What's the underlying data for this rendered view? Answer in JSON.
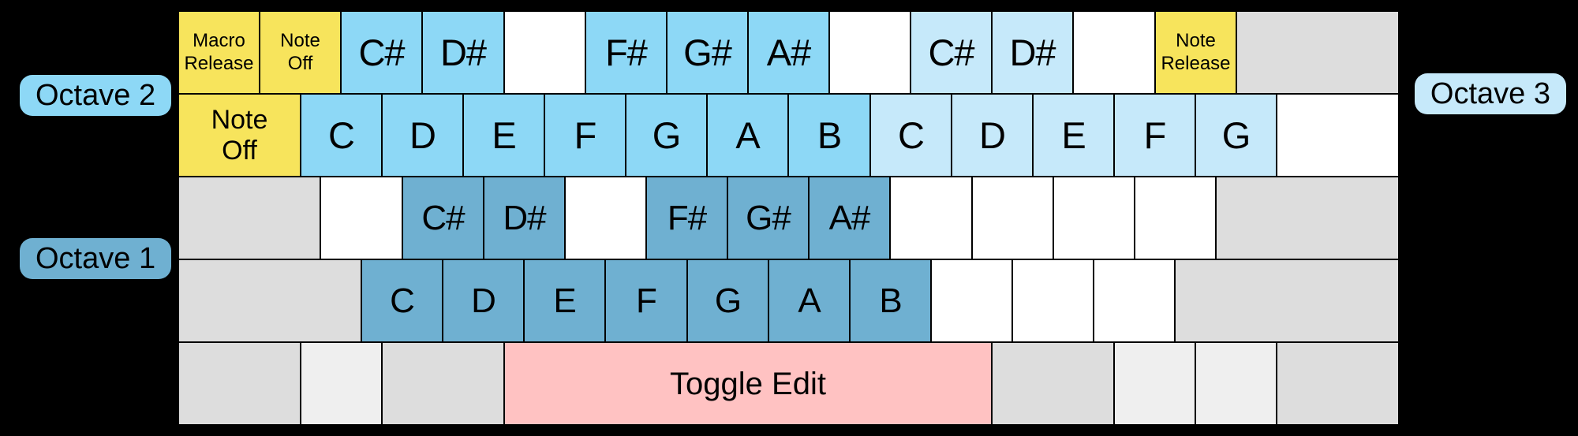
{
  "badges": {
    "octave2": "Octave 2",
    "octave1": "Octave 1",
    "octave3": "Octave 3"
  },
  "colors": {
    "background": "#000000",
    "macro_key": "#F7E45C",
    "octave2_key": "#8DD8F6",
    "octave3_key": "#C6E9FA",
    "octave1_key": "#6FB0D1",
    "blank_key": "#FFFFFF",
    "modifier_key": "#DDDDDD",
    "modifier_key_light": "#EFEFEF",
    "space_key": "#FFC2C2",
    "text": "#000000"
  },
  "keyboard": {
    "rows": [
      {
        "keys": [
          {
            "name": "key-macro-release",
            "label": "Macro\nRelease",
            "w": 1,
            "color": "macro_key",
            "size": "sm"
          },
          {
            "name": "key-note-off-row1",
            "label": "Note\nOff",
            "w": 1,
            "color": "macro_key",
            "size": "sm"
          },
          {
            "name": "key-csharp-octave2",
            "label": "C#",
            "w": 1,
            "color": "octave2_key",
            "size": "note"
          },
          {
            "name": "key-dsharp-octave2",
            "label": "D#",
            "w": 1,
            "color": "octave2_key",
            "size": "note"
          },
          {
            "name": "key-blank",
            "label": "",
            "w": 1,
            "color": "blank_key"
          },
          {
            "name": "key-fsharp-octave2",
            "label": "F#",
            "w": 1,
            "color": "octave2_key",
            "size": "note"
          },
          {
            "name": "key-gsharp-octave2",
            "label": "G#",
            "w": 1,
            "color": "octave2_key",
            "size": "note"
          },
          {
            "name": "key-asharp-octave2",
            "label": "A#",
            "w": 1,
            "color": "octave2_key",
            "size": "note"
          },
          {
            "name": "key-blank",
            "label": "",
            "w": 1,
            "color": "blank_key"
          },
          {
            "name": "key-csharp-octave3",
            "label": "C#",
            "w": 1,
            "color": "octave3_key",
            "size": "note"
          },
          {
            "name": "key-dsharp-octave3",
            "label": "D#",
            "w": 1,
            "color": "octave3_key",
            "size": "note"
          },
          {
            "name": "key-blank",
            "label": "",
            "w": 1,
            "color": "blank_key"
          },
          {
            "name": "key-note-release",
            "label": "Note\nRelease",
            "w": 1,
            "color": "macro_key",
            "size": "sm"
          },
          {
            "name": "key-modifier",
            "label": "",
            "w": 2,
            "color": "modifier_key"
          }
        ]
      },
      {
        "keys": [
          {
            "name": "key-note-off-row2",
            "label": "Note\nOff",
            "w": 1.5,
            "color": "macro_key",
            "size": "md"
          },
          {
            "name": "key-c-octave2",
            "label": "C",
            "w": 1,
            "color": "octave2_key",
            "size": "note"
          },
          {
            "name": "key-d-octave2",
            "label": "D",
            "w": 1,
            "color": "octave2_key",
            "size": "note"
          },
          {
            "name": "key-e-octave2",
            "label": "E",
            "w": 1,
            "color": "octave2_key",
            "size": "note"
          },
          {
            "name": "key-f-octave2",
            "label": "F",
            "w": 1,
            "color": "octave2_key",
            "size": "note"
          },
          {
            "name": "key-g-octave2",
            "label": "G",
            "w": 1,
            "color": "octave2_key",
            "size": "note"
          },
          {
            "name": "key-a-octave2",
            "label": "A",
            "w": 1,
            "color": "octave2_key",
            "size": "note"
          },
          {
            "name": "key-b-octave2",
            "label": "B",
            "w": 1,
            "color": "octave2_key",
            "size": "note"
          },
          {
            "name": "key-c-octave3",
            "label": "C",
            "w": 1,
            "color": "octave3_key",
            "size": "note"
          },
          {
            "name": "key-d-octave3",
            "label": "D",
            "w": 1,
            "color": "octave3_key",
            "size": "note"
          },
          {
            "name": "key-e-octave3",
            "label": "E",
            "w": 1,
            "color": "octave3_key",
            "size": "note"
          },
          {
            "name": "key-f-octave3",
            "label": "F",
            "w": 1,
            "color": "octave3_key",
            "size": "note"
          },
          {
            "name": "key-g-octave3",
            "label": "G",
            "w": 1,
            "color": "octave3_key",
            "size": "note"
          },
          {
            "name": "key-blank",
            "label": "",
            "w": 1.5,
            "color": "blank_key"
          }
        ]
      },
      {
        "keys": [
          {
            "name": "key-modifier",
            "label": "",
            "w": 1.75,
            "color": "modifier_key"
          },
          {
            "name": "key-blank",
            "label": "",
            "w": 1,
            "color": "blank_key"
          },
          {
            "name": "key-csharp-octave1",
            "label": "C#",
            "w": 1,
            "color": "octave1_key",
            "size": "note1"
          },
          {
            "name": "key-dsharp-octave1",
            "label": "D#",
            "w": 1,
            "color": "octave1_key",
            "size": "note1"
          },
          {
            "name": "key-blank",
            "label": "",
            "w": 1,
            "color": "blank_key"
          },
          {
            "name": "key-fsharp-octave1",
            "label": "F#",
            "w": 1,
            "color": "octave1_key",
            "size": "note1"
          },
          {
            "name": "key-gsharp-octave1",
            "label": "G#",
            "w": 1,
            "color": "octave1_key",
            "size": "note1"
          },
          {
            "name": "key-asharp-octave1",
            "label": "A#",
            "w": 1,
            "color": "octave1_key",
            "size": "note1"
          },
          {
            "name": "key-blank",
            "label": "",
            "w": 1,
            "color": "blank_key"
          },
          {
            "name": "key-blank",
            "label": "",
            "w": 1,
            "color": "blank_key"
          },
          {
            "name": "key-blank",
            "label": "",
            "w": 1,
            "color": "blank_key"
          },
          {
            "name": "key-blank",
            "label": "",
            "w": 1,
            "color": "blank_key"
          },
          {
            "name": "key-modifier",
            "label": "",
            "w": 2.25,
            "color": "modifier_key"
          }
        ]
      },
      {
        "keys": [
          {
            "name": "key-modifier",
            "label": "",
            "w": 2.25,
            "color": "modifier_key"
          },
          {
            "name": "key-c-octave1",
            "label": "C",
            "w": 1,
            "color": "octave1_key",
            "size": "note1"
          },
          {
            "name": "key-d-octave1",
            "label": "D",
            "w": 1,
            "color": "octave1_key",
            "size": "note1"
          },
          {
            "name": "key-e-octave1",
            "label": "E",
            "w": 1,
            "color": "octave1_key",
            "size": "note1"
          },
          {
            "name": "key-f-octave1",
            "label": "F",
            "w": 1,
            "color": "octave1_key",
            "size": "note1"
          },
          {
            "name": "key-g-octave1",
            "label": "G",
            "w": 1,
            "color": "octave1_key",
            "size": "note1"
          },
          {
            "name": "key-a-octave1",
            "label": "A",
            "w": 1,
            "color": "octave1_key",
            "size": "note1"
          },
          {
            "name": "key-b-octave1",
            "label": "B",
            "w": 1,
            "color": "octave1_key",
            "size": "note1"
          },
          {
            "name": "key-blank",
            "label": "",
            "w": 1,
            "color": "blank_key"
          },
          {
            "name": "key-blank",
            "label": "",
            "w": 1,
            "color": "blank_key"
          },
          {
            "name": "key-blank",
            "label": "",
            "w": 1,
            "color": "blank_key"
          },
          {
            "name": "key-modifier",
            "label": "",
            "w": 2.75,
            "color": "modifier_key"
          }
        ]
      },
      {
        "keys": [
          {
            "name": "key-modifier",
            "label": "",
            "w": 1.5,
            "color": "modifier_key"
          },
          {
            "name": "key-modifier-light",
            "label": "",
            "w": 1,
            "color": "modifier_key_light"
          },
          {
            "name": "key-modifier",
            "label": "",
            "w": 1.5,
            "color": "modifier_key"
          },
          {
            "name": "key-toggle-edit",
            "label": "Toggle Edit",
            "w": 6,
            "color": "space_key",
            "size": "space"
          },
          {
            "name": "key-modifier",
            "label": "",
            "w": 1.5,
            "color": "modifier_key"
          },
          {
            "name": "key-modifier-light",
            "label": "",
            "w": 1,
            "color": "modifier_key_light"
          },
          {
            "name": "key-modifier-light",
            "label": "",
            "w": 1,
            "color": "modifier_key_light"
          },
          {
            "name": "key-modifier",
            "label": "",
            "w": 1.5,
            "color": "modifier_key"
          }
        ]
      }
    ]
  }
}
